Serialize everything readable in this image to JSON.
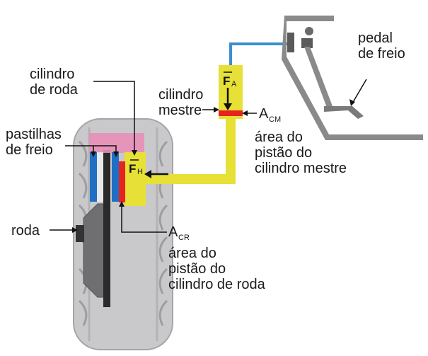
{
  "labels": {
    "pedal": [
      "pedal",
      "de freio"
    ],
    "master_cylinder": [
      "cilindro",
      "mestre"
    ],
    "wheel_cylinder": [
      "cilindro",
      "de roda"
    ],
    "pads": [
      "pastilhas",
      "de freio"
    ],
    "wheel": "roda",
    "acm_letter": "A",
    "acm_sub": "CM",
    "acm_desc": [
      "área do",
      "pistão do",
      "cilindro mestre"
    ],
    "acr_letter": "A",
    "acr_sub": "CR",
    "acr_desc": [
      "área do",
      "pistão do",
      "cilindro de roda"
    ],
    "fa_letter": "F",
    "fa_sub": "A",
    "fh_letter": "F",
    "fh_sub": "H"
  },
  "colors": {
    "fluid": "#e6e037",
    "piston": "#e8231f",
    "pad": "#1f6fc4",
    "pink": "#e98fb8",
    "tire": "#c9c9cb",
    "tire_dark": "#8d8d90",
    "disc": "#2a2a2a",
    "frame": "#8a8a8a",
    "pipe_blue": "#3b8fd0"
  }
}
